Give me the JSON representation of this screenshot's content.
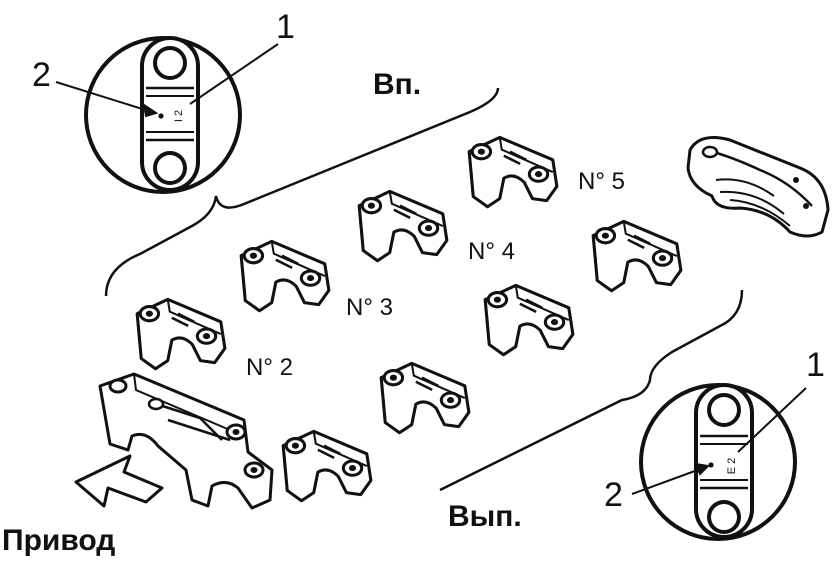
{
  "labels": {
    "intake": "Вп.",
    "exhaust": "Вып.",
    "drive": "Привод"
  },
  "caps": {
    "no2": "N° 2",
    "no3": "N° 3",
    "no4": "N° 4",
    "no5": "N° 5"
  },
  "callouts": {
    "top_mark": "1",
    "top_arrow": "2",
    "bottom_mark": "1",
    "bottom_arrow": "2"
  },
  "markings": {
    "top_cap": "I 2",
    "bottom_cap": "E 2"
  },
  "colors": {
    "ink": "#111111",
    "paper": "#ffffff"
  }
}
